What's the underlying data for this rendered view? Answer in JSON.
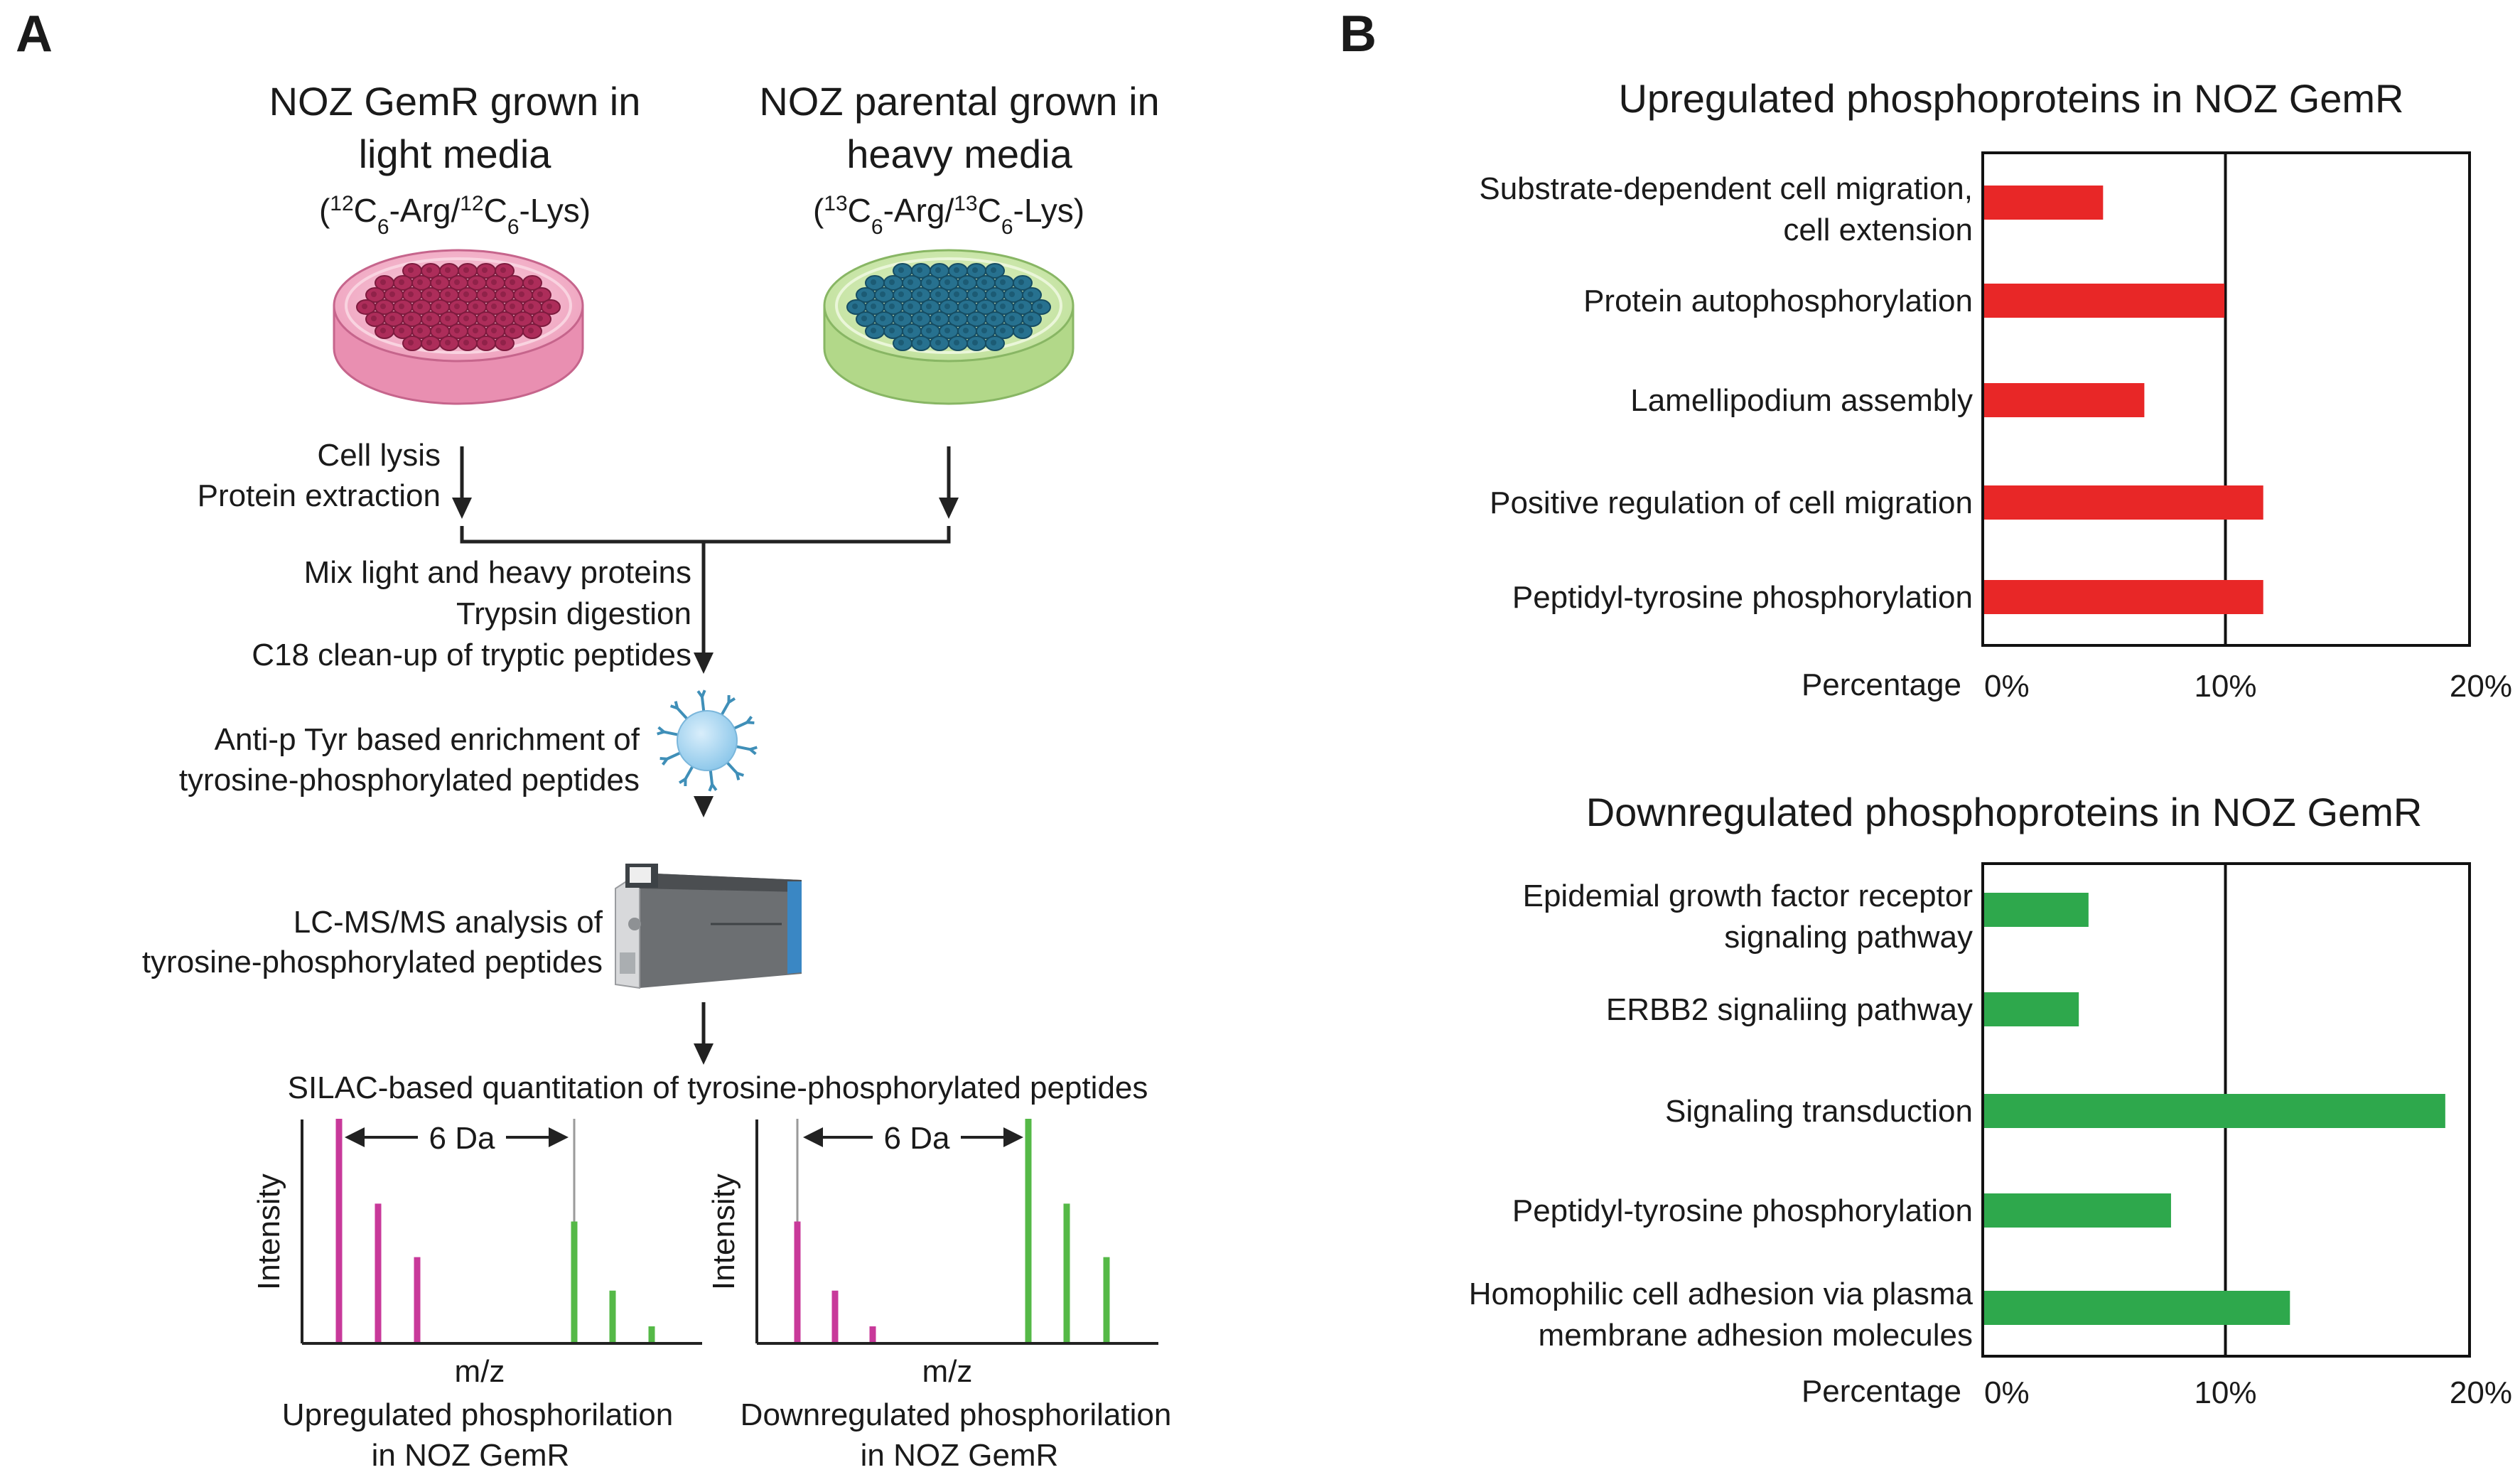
{
  "panel_a": {
    "letter": "A",
    "left_title": [
      "NOZ GemR grown in",
      "light media"
    ],
    "left_label": {
      "open": "(",
      "iso1": "12",
      "c1": "C",
      "sub1": "6",
      "mid": "-Arg/",
      "iso2": "12",
      "c2": "C",
      "sub2": "6",
      "end": "-Lys)"
    },
    "right_title": [
      "NOZ parental grown in",
      "heavy media"
    ],
    "right_label": {
      "open": "(",
      "iso1": "13",
      "c1": "C",
      "sub1": "6",
      "mid": "-Arg/",
      "iso2": "13",
      "c2": "C",
      "sub2": "6",
      "end": "-Lys)"
    },
    "step_lysis": [
      "Cell lysis",
      "Protein extraction"
    ],
    "step_mix": [
      "Mix light and heavy proteins",
      "Trypsin digestion",
      "C18 clean-up of tryptic peptides"
    ],
    "step_enrich": [
      "Anti-p Tyr based enrichment of",
      "tyrosine-phosphorylated peptides"
    ],
    "step_lcms": [
      "LC-MS/MS analysis of",
      "tyrosine-phosphorylated peptides"
    ],
    "step_silac": "SILAC-based quantitation of tyrosine-phosphorylated peptides",
    "spectra": [
      {
        "shift": "6 Da",
        "ylabel": "Intensity",
        "xlabel": "m/z",
        "caption": [
          "Upregulated phosphorilation",
          "in NOZ GemR"
        ],
        "light": [
          1.0,
          0.62,
          0.38
        ],
        "heavy": [
          0.54,
          0.23,
          0.07
        ]
      },
      {
        "shift": "6 Da",
        "ylabel": "Intensity",
        "xlabel": "m/z",
        "caption": [
          "Downregulated phosphorilation",
          "in NOZ GemR"
        ],
        "light": [
          0.54,
          0.23,
          0.07
        ],
        "heavy": [
          1.0,
          0.62,
          0.38
        ]
      }
    ]
  },
  "panel_b": {
    "letter": "B"
  },
  "chart_data": [
    {
      "type": "bar",
      "orientation": "horizontal",
      "title": "Upregulated phosphoproteins in NOZ GemR",
      "categories": [
        [
          "Substrate-dependent cell migration,",
          "cell extension"
        ],
        [
          "Protein autophosphorylation"
        ],
        [
          "Lamellipodium assembly"
        ],
        [
          "Positive regulation of cell migration"
        ],
        [
          "Peptidyl-tyrosine phosphorylation"
        ]
      ],
      "values": [
        4.9,
        9.9,
        6.6,
        11.5,
        11.5
      ],
      "xlabel": "Percentage",
      "xticks": [
        "0%",
        "10%",
        "20%"
      ],
      "xlim": [
        0,
        20
      ],
      "color": "#e82727"
    },
    {
      "type": "bar",
      "orientation": "horizontal",
      "title": "Downregulated phosphoproteins in NOZ GemR",
      "categories": [
        [
          "Epidemial growth factor receptor",
          "signaling pathway"
        ],
        [
          "ERBB2 signaliing pathway"
        ],
        [
          "Signaling transduction"
        ],
        [
          "Peptidyl-tyrosine phosphorylation"
        ],
        [
          "Homophilic cell adhesion via plasma",
          "membrane adhesion molecules"
        ]
      ],
      "values": [
        4.3,
        3.9,
        19.0,
        7.7,
        12.6
      ],
      "xlabel": "Percentage",
      "xticks": [
        "0%",
        "10%",
        "20%"
      ],
      "xlim": [
        0,
        20
      ],
      "color": "#2ea84c"
    }
  ],
  "colors": {
    "light": "#c8399a",
    "heavy": "#55b947",
    "dish_pink": "#f7bed2",
    "dish_green": "#d3ebb3",
    "cell_red": "#ad2d5a",
    "cell_blue": "#27718f"
  }
}
